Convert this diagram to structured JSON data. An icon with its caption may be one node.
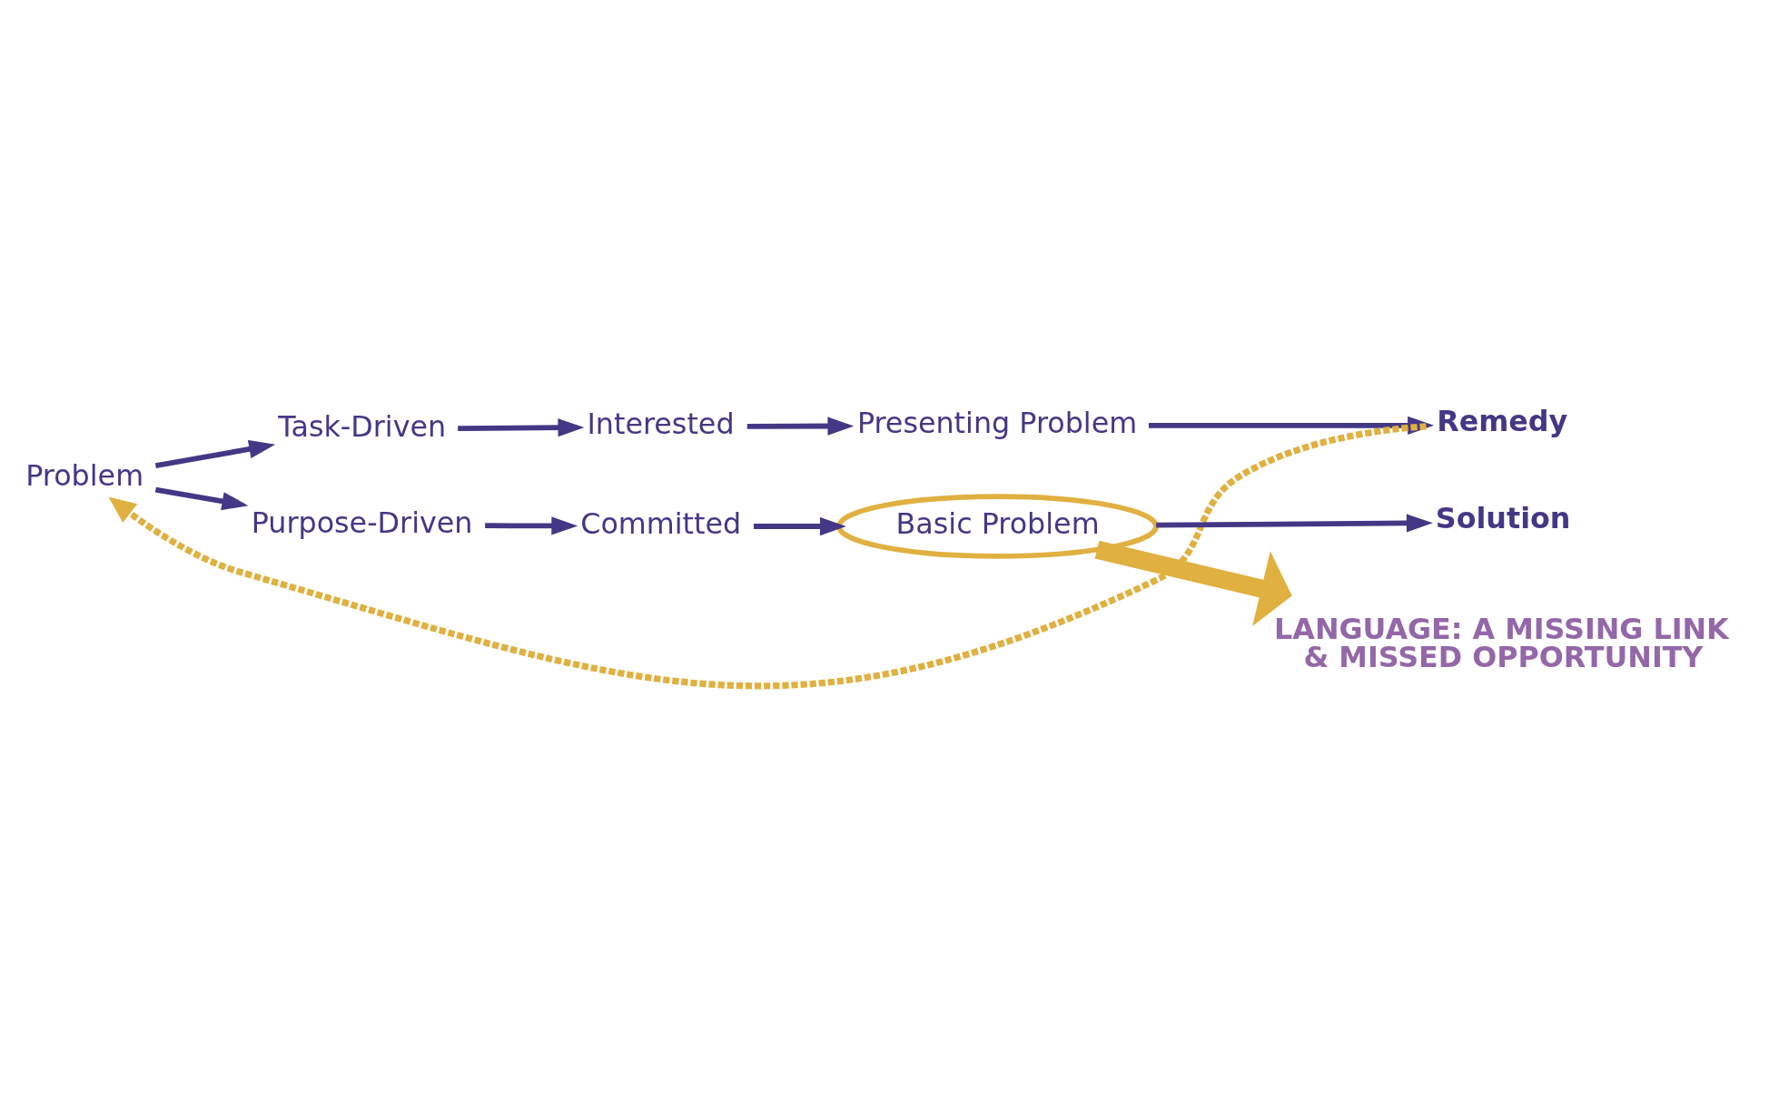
{
  "diagram": {
    "nodes": [
      {
        "text": [
          "Problem"
        ]
      },
      {
        "text": [
          "Task-Driven"
        ]
      },
      {
        "text": [
          "Interested"
        ]
      },
      {
        "text": [
          "Presenting Problem"
        ]
      },
      {
        "text": [
          "Remedy"
        ]
      },
      {
        "text": [
          "Purpose-Driven"
        ]
      },
      {
        "text": [
          "Committed"
        ]
      },
      {
        "text": [
          "Basic Problem"
        ]
      },
      {
        "text": [
          "Solution"
        ]
      },
      {
        "text": [
          "LANGUAGE: A MISSING LINK & MISSED OPPORTUNITY"
        ]
      }
    ],
    "edges": [
      {
        "from": 0,
        "to": 1,
        "arrow": "to"
      },
      {
        "from": 1,
        "to": 2,
        "arrow": "to"
      },
      {
        "from": 2,
        "to": 3,
        "arrow": "to"
      },
      {
        "from": 3,
        "to": 4,
        "arrow": "to"
      },
      {
        "from": 0,
        "to": 5,
        "arrow": "to"
      },
      {
        "from": 5,
        "to": 6,
        "arrow": "to"
      },
      {
        "from": 6,
        "to": 7,
        "arrow": "to"
      },
      {
        "from": 7,
        "to": 8,
        "arrow": "to"
      },
      {
        "from": 7,
        "to": 9,
        "arrow": "to",
        "style": "thick",
        "color": "#e0b040"
      },
      {
        "from": 4,
        "to": 0,
        "arrow": "to",
        "style": "dashed",
        "color": "#e0b040"
      }
    ]
  }
}
